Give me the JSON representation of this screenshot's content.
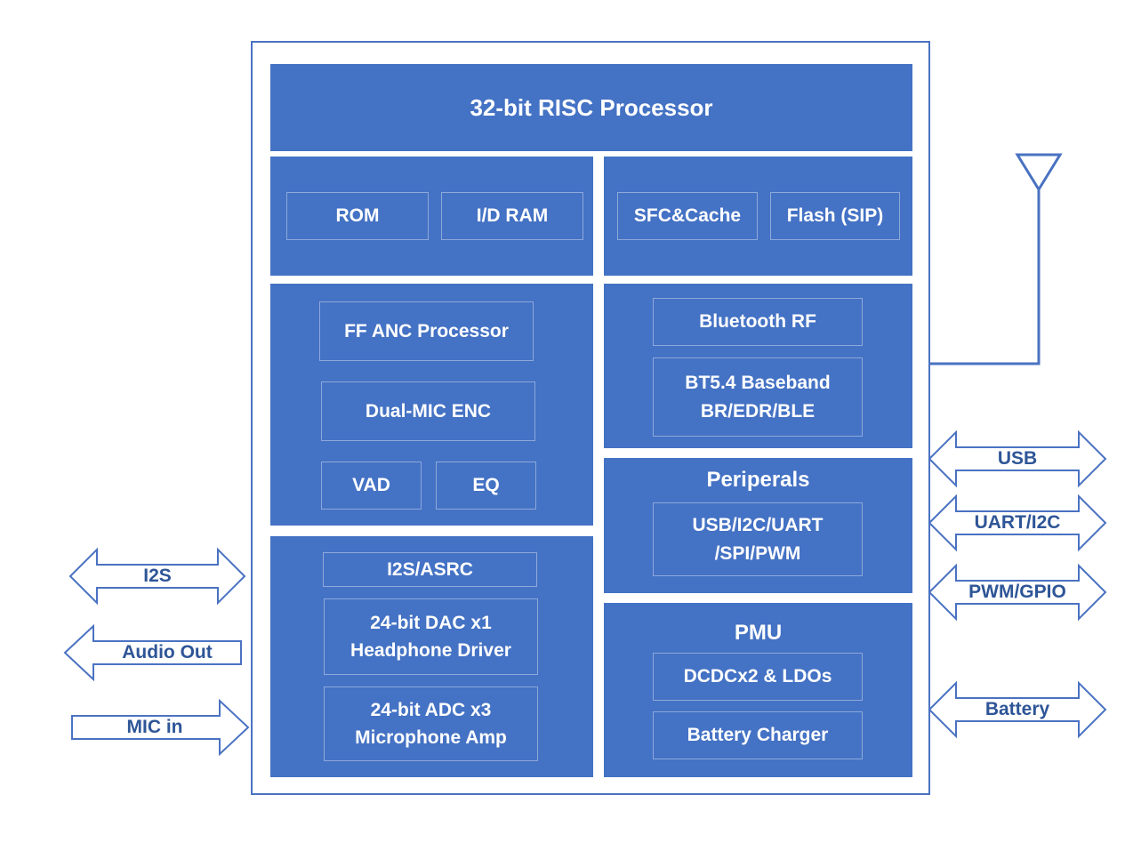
{
  "processor": "32-bit RISC Processor",
  "memory": {
    "rom": "ROM",
    "ram": "I/D RAM",
    "sfc": "SFC&Cache",
    "flash": "Flash (SIP)"
  },
  "audio_dsp": {
    "anc": "FF ANC Processor",
    "enc": "Dual-MIC ENC",
    "vad": "VAD",
    "eq": "EQ"
  },
  "radio": {
    "rf": "Bluetooth RF",
    "baseband": "BT5.4 Baseband\nBR/EDR/BLE"
  },
  "codec": {
    "i2s": "I2S/ASRC",
    "dac": "24-bit DAC x1\nHeadphone Driver",
    "adc": "24-bit ADC x3\nMicrophone Amp"
  },
  "peripherals": {
    "title": "Periperals",
    "list": "USB/I2C/UART\n/SPI/PWM"
  },
  "pmu": {
    "title": "PMU",
    "dcdc": "DCDCx2 & LDOs",
    "charger": "Battery Charger"
  },
  "left_io": {
    "i2s": "I2S",
    "audio_out": "Audio Out",
    "mic_in": "MIC in"
  },
  "right_io": {
    "usb": "USB",
    "uart": "UART/I2C",
    "pwm": "PWM/GPIO",
    "battery": "Battery"
  },
  "colors": {
    "block": "#4472C4",
    "outline": "#4A72C2",
    "label": "#2E5597"
  }
}
